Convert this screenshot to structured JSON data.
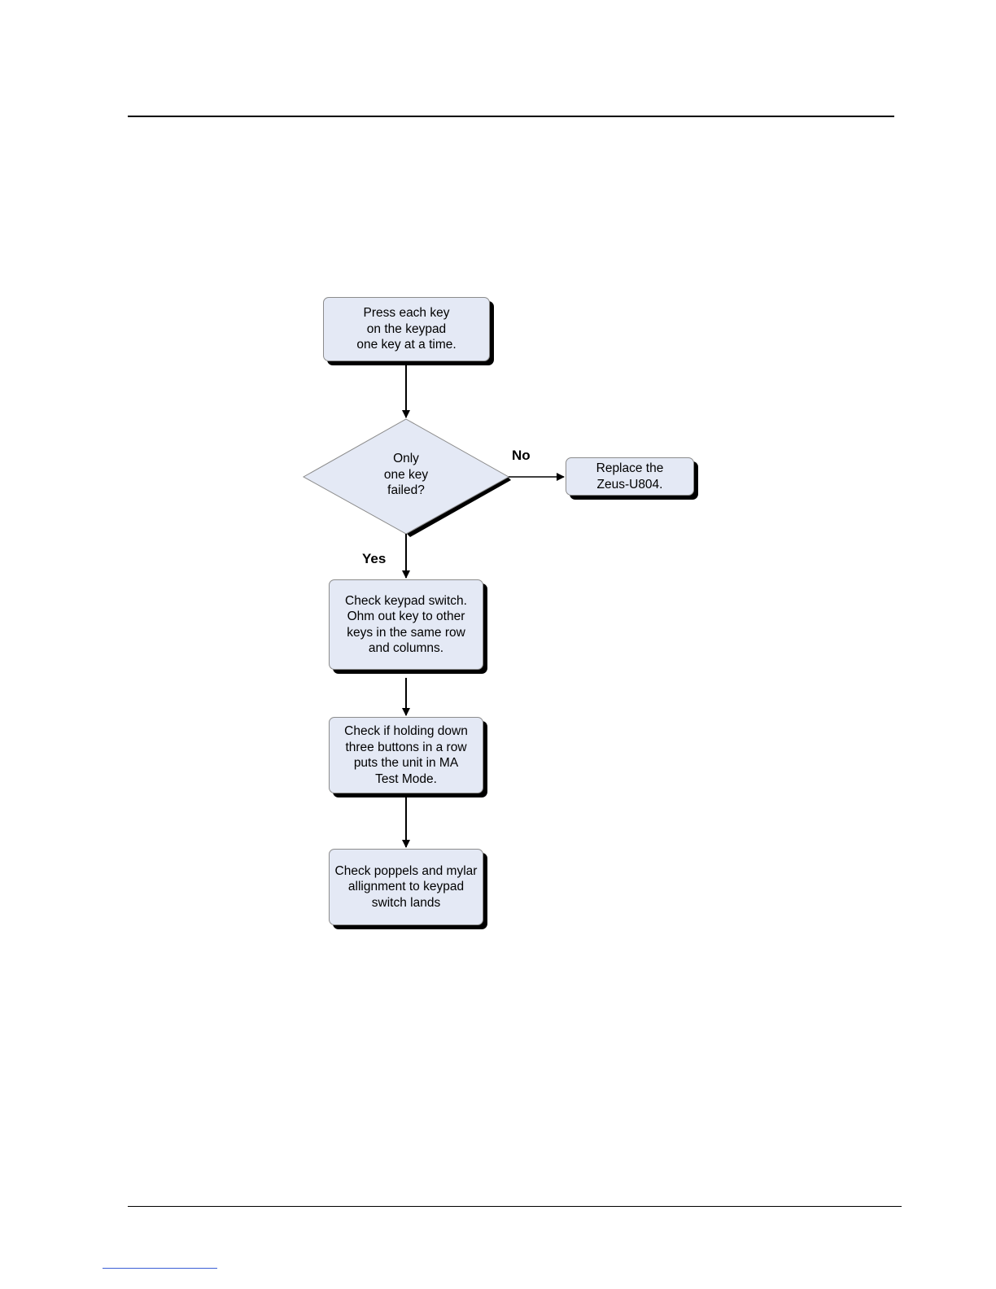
{
  "flowchart": {
    "start_box": "Press each key\non the keypad\none key at a time.",
    "decision": "Only\none key\nfailed?",
    "no_label": "No",
    "yes_label": "Yes",
    "no_result": "Replace the\nZeus-U804.",
    "step_check_switch": "Check keypad switch.\nOhm out key to other\nkeys in the same row\nand columns.",
    "step_check_hold": "Check if holding down\nthree buttons in a row\nputs the unit in MA\nTest Mode.",
    "step_check_poppels": "Check poppels and mylar\nallignment to keypad\nswitch lands"
  },
  "colors": {
    "box_fill": "#e4e9f5",
    "shadow": "#000000",
    "connector": "#000000"
  }
}
